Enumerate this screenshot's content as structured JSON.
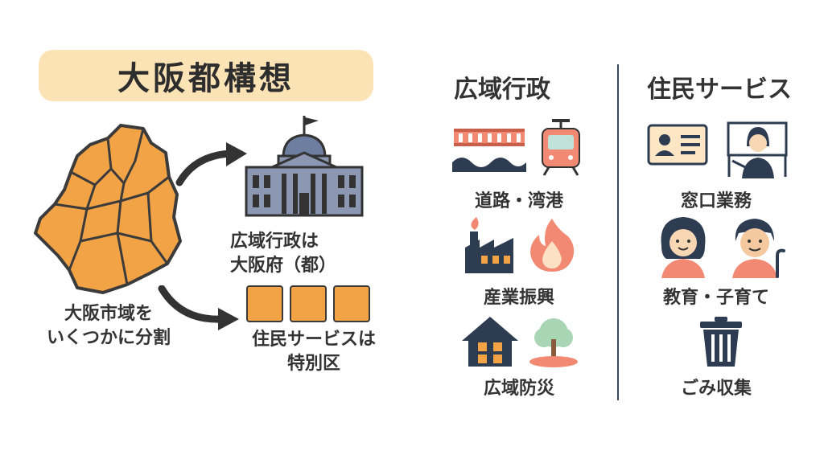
{
  "title": "大阪都構想",
  "left": {
    "city_label_1": "大阪市域を",
    "city_label_2": "いくつかに分割",
    "pref_label_1": "広域行政は",
    "pref_label_2": "大阪府（都）",
    "ward_label_1": "住民サービスは",
    "ward_label_2": "特別区"
  },
  "wide_admin": {
    "heading": "広域行政",
    "items": [
      {
        "label": "道路・湾港",
        "icons": [
          "bridge-icon",
          "train-icon"
        ]
      },
      {
        "label": "産業振興",
        "icons": [
          "factory-icon",
          "fire-icon"
        ]
      },
      {
        "label": "広域防災",
        "icons": [
          "house-icon",
          "tree-icon"
        ]
      }
    ]
  },
  "resident": {
    "heading": "住民サービス",
    "items": [
      {
        "label": "窓口業務",
        "icons": [
          "id-card-icon",
          "teacher-icon"
        ]
      },
      {
        "label": "教育・子育て",
        "icons": [
          "child-icon",
          "elder-icon"
        ]
      },
      {
        "label": "ごみ収集",
        "icons": [
          "trash-can-icon"
        ]
      }
    ]
  },
  "colors": {
    "orange": "#f2a345",
    "title_bg": "#fbe3b6",
    "building": "#8c97b4",
    "navy": "#2e3c52",
    "coral": "#f28a73",
    "divider": "#3a4a66"
  }
}
